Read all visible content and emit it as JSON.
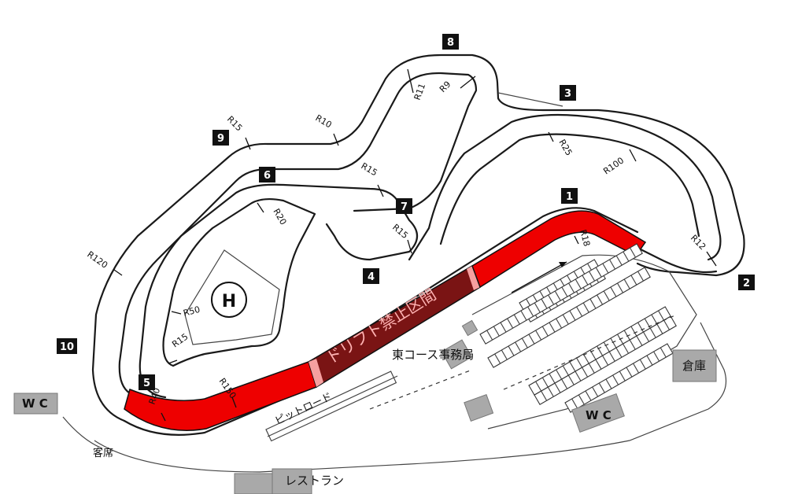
{
  "corners": [
    {
      "id": "1",
      "label": "1"
    },
    {
      "id": "2",
      "label": "2"
    },
    {
      "id": "3",
      "label": "3"
    },
    {
      "id": "4",
      "label": "4"
    },
    {
      "id": "5",
      "label": "5"
    },
    {
      "id": "6",
      "label": "6"
    },
    {
      "id": "7",
      "label": "7"
    },
    {
      "id": "8",
      "label": "8"
    },
    {
      "id": "9",
      "label": "9"
    },
    {
      "id": "10",
      "label": "10"
    }
  ],
  "radii": {
    "r9": "R9",
    "r11": "R11",
    "r10": "R10",
    "r15_top": "R15",
    "r15_mid": "R15",
    "r15_low": "R15",
    "r15_inner": "R15",
    "r25": "R25",
    "r100": "R100",
    "r12": "R12",
    "r18": "R18",
    "r20": "R20",
    "r50": "R50",
    "r120": "R120",
    "r150": "R150",
    "r40": "R40"
  },
  "zones": {
    "no_drift": "ドリフト禁止区間",
    "heliport": "H"
  },
  "facilities": {
    "office": "東コース事務局",
    "pit_road": "ピットロード",
    "warehouse": "倉庫",
    "wc_left": "W C",
    "wc_right": "W C",
    "stands": "客席",
    "restaurant": "レストラン"
  },
  "colors": {
    "no_drift_zone": "#ee0000",
    "no_drift_band": "#7a1414",
    "building": "#a9a9a9"
  }
}
